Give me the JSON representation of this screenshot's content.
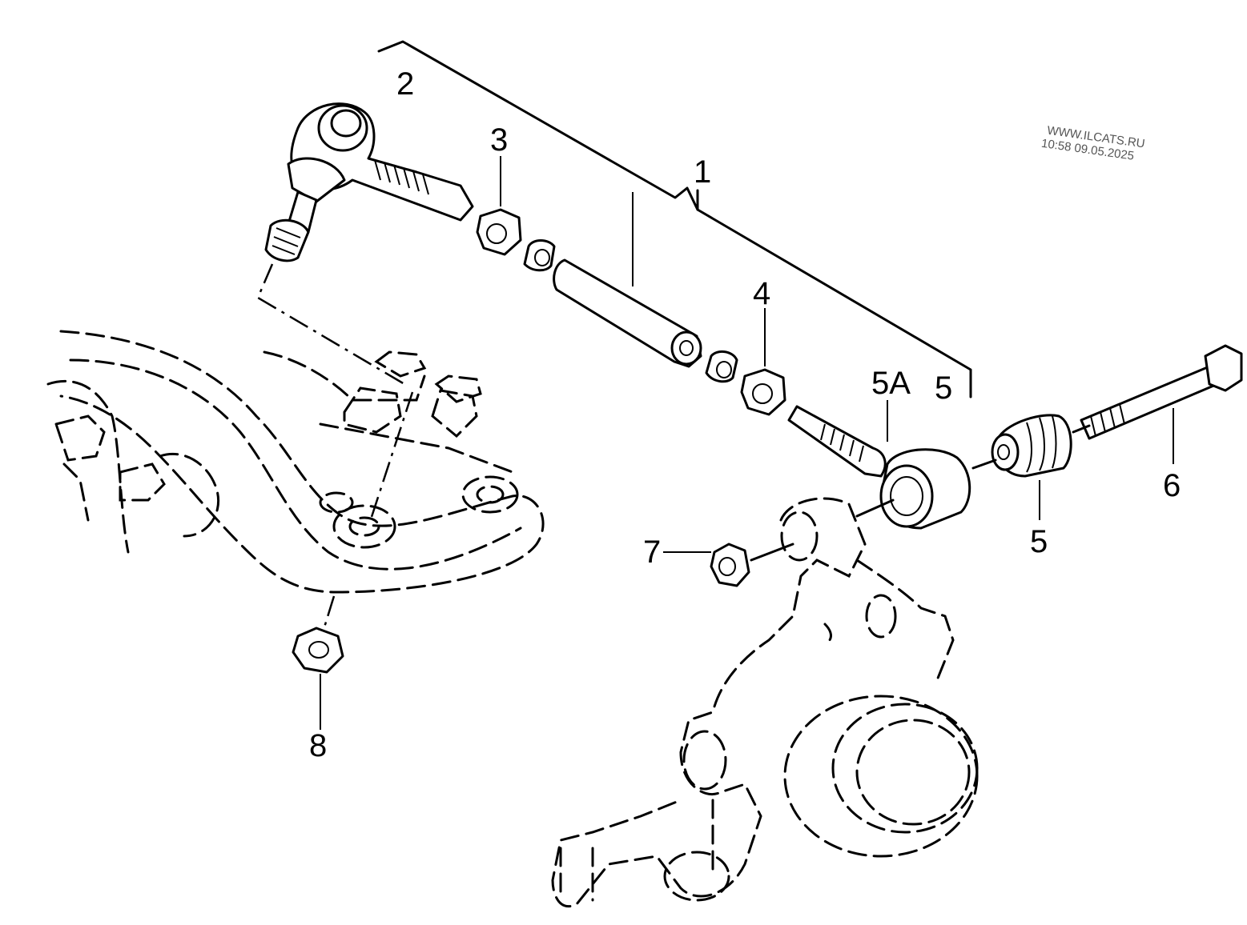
{
  "labels": {
    "l1": "1",
    "l2": "2",
    "l3": "3",
    "l4": "4",
    "l5a": "5A",
    "l5_top": "5",
    "l5_bottom": "5",
    "l6": "6",
    "l7": "7",
    "l8": "8"
  },
  "watermark": {
    "line1": "WWW.ILCATS.RU",
    "line2": "10:58 09.05.2025"
  }
}
